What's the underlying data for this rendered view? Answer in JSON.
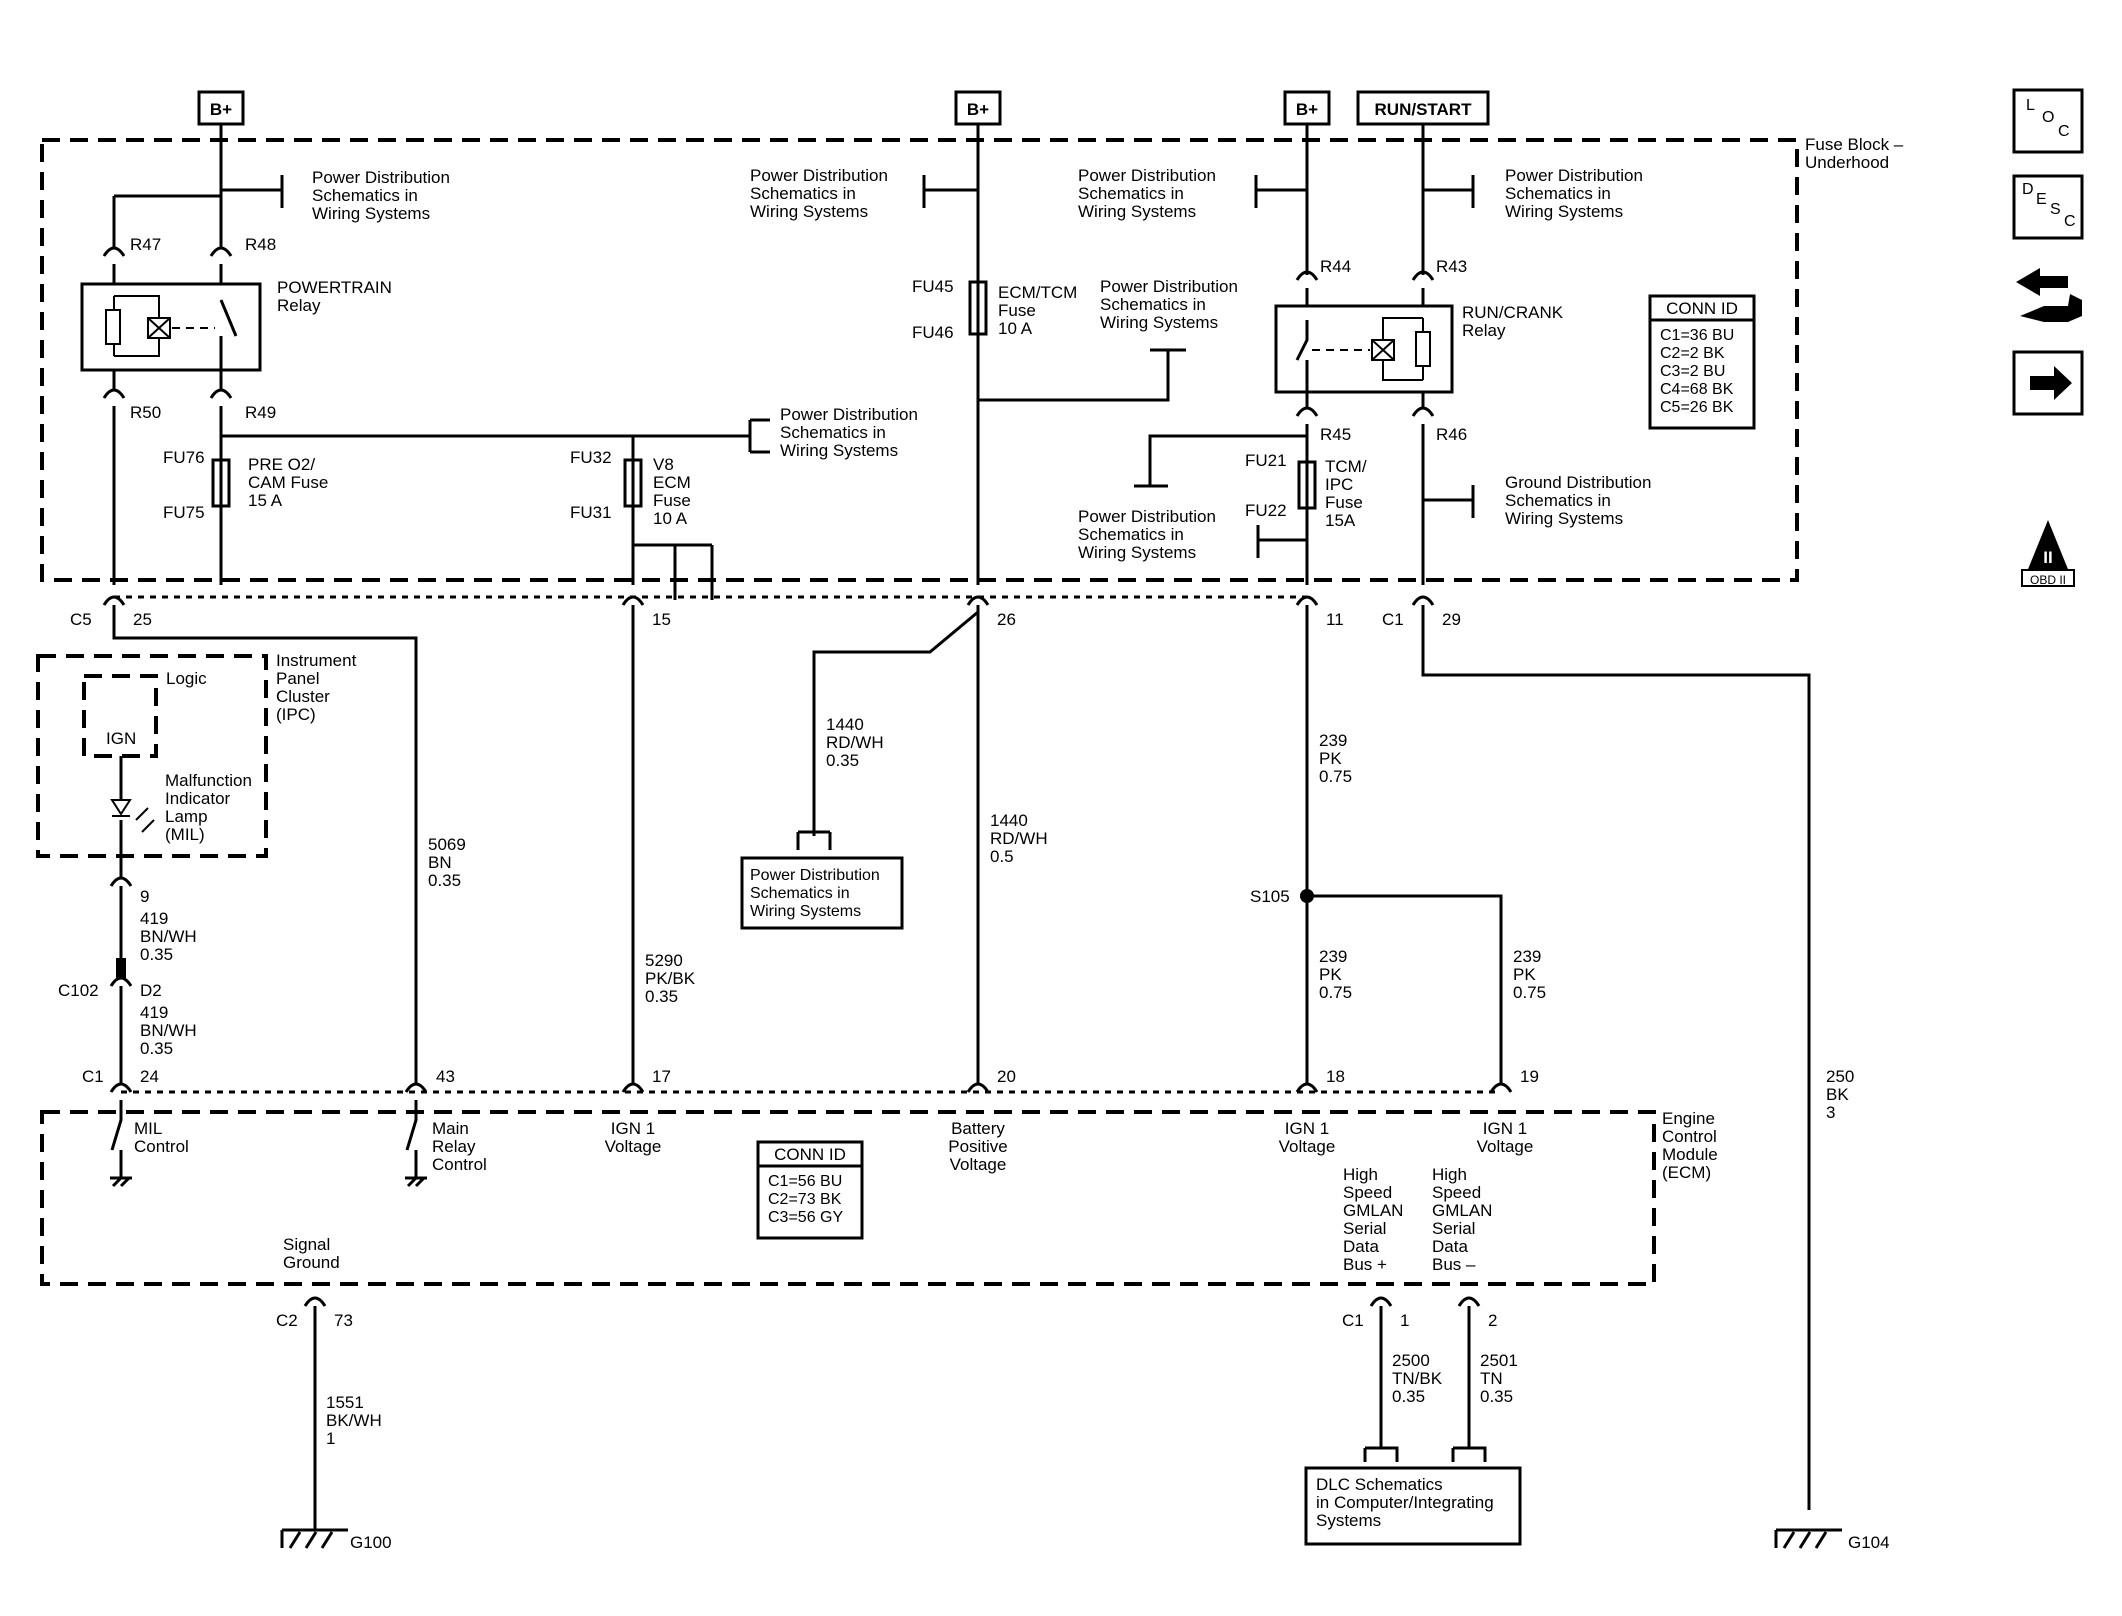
{
  "power_tags": {
    "bplus_1": "B+",
    "bplus_2": "B+",
    "bplus_3": "B+",
    "run_start": "RUN/START"
  },
  "fuse_block": {
    "title": "Fuse Block –\nUnderhood"
  },
  "pds": "Power Distribution\nSchematics in\nWiring Systems",
  "gds": "Ground Distribution\nSchematics in\nWiring Systems",
  "dlc": "DLC Schematics\nin Computer/Integrating\nSystems",
  "relays": {
    "powertrain": "POWERTRAIN\nRelay",
    "run_crank": "RUN/CRANK\nRelay",
    "pins": [
      "R47",
      "R48",
      "R50",
      "R49",
      "R44",
      "R43",
      "R45",
      "R46"
    ]
  },
  "fuses": {
    "pre_o2": {
      "top": "FU76",
      "bot": "FU75",
      "label": "PRE O2/\nCAM Fuse\n15 A"
    },
    "v8_ecm": {
      "top": "FU32",
      "bot": "FU31",
      "label": "V8\nECM\nFuse\n10 A"
    },
    "ecm_tcm": {
      "top": "FU45",
      "bot": "FU46",
      "label": "ECM/TCM\nFuse\n10 A"
    },
    "tcm_ipc": {
      "top": "FU21",
      "bot": "FU22",
      "label": "TCM/\nIPC\nFuse\n15A"
    }
  },
  "conn_fb": {
    "title": "CONN ID",
    "rows": [
      "C1=36 BU",
      "C2=2 BK",
      "C3=2 BU",
      "C4=68 BK",
      "C5=26 BK"
    ]
  },
  "conn_ecm": {
    "title": "CONN ID",
    "rows": [
      "C1=56 BU",
      "C2=73 BK",
      "C3=56 GY"
    ]
  },
  "fb_pins": {
    "c5": "C5",
    "p25": "25",
    "p15": "15",
    "p26": "26",
    "p11": "11",
    "c1": "C1",
    "p29": "29"
  },
  "ipc": {
    "title": "Instrument\nPanel\nCluster\n(IPC)",
    "logic": "Logic",
    "ign": "IGN",
    "mil": "Malfunction\nIndicator\nLamp\n(MIL)"
  },
  "wires": {
    "w9": "9",
    "w419a": "419\nBN/WH\n0.35",
    "c102": "C102",
    "d2": "D2",
    "w419b": "419\nBN/WH\n0.35",
    "w5069": "5069\nBN\n0.35",
    "w5290": "5290\nPK/BK\n0.35",
    "w1440a": "1440\nRD/WH\n0.35",
    "w1440b": "1440\nRD/WH\n0.5",
    "w239a": "239\nPK\n0.75",
    "s105": "S105",
    "w239b": "239\nPK\n0.75",
    "w239c": "239\nPK\n0.75",
    "w250": "250\nBK\n3",
    "w1551": "1551\nBK/WH\n1",
    "w2500": "2500\nTN/BK\n0.35",
    "w2501": "2501\nTN\n0.35"
  },
  "ecm_pins": {
    "c1": "C1",
    "p24": "24",
    "p43": "43",
    "p17": "17",
    "p20": "20",
    "p18": "18",
    "p19": "19",
    "c2": "C2",
    "p73": "73",
    "c1b": "C1",
    "p1": "1",
    "p2": "2"
  },
  "ecm": {
    "title": "Engine\nControl\nModule\n(ECM)",
    "mil_ctrl": "MIL\nControl",
    "main_relay": "Main\nRelay\nControl",
    "ign1_a": "IGN 1\nVoltage",
    "batt": "Battery\nPositive\nVoltage",
    "ign1_b": "IGN 1\nVoltage",
    "ign1_c": "IGN 1\nVoltage",
    "sig_gnd": "Signal\nGround",
    "gmlan_p": "High\nSpeed\nGMLAN\nSerial\nData\nBus +",
    "gmlan_m": "High\nSpeed\nGMLAN\nSerial\nData\nBus –"
  },
  "grounds": {
    "g100": "G100",
    "g104": "G104"
  },
  "side_icons": {
    "loc": [
      "L",
      "O",
      "C"
    ],
    "desc": [
      "D",
      "E",
      "S",
      "C"
    ],
    "obd": "II",
    "obd_label": "OBD II"
  }
}
